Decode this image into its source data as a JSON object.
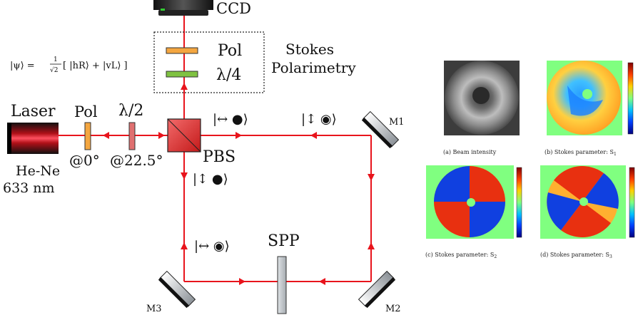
{
  "setup": {
    "ccd_label": "CCD",
    "state_eq": "|ψ⟩ = ",
    "state_frac_num": "1",
    "state_frac_den": "√2",
    "state_bracket": "[ |hR⟩ + |vL⟩ ]",
    "pol_top_label": "Pol",
    "qwp_label": "λ/4",
    "stokes_line1": "Stokes",
    "stokes_line2": "Polarimetry",
    "laser_label": "Laser",
    "laser_model": "He-Ne",
    "laser_wavelength": "633 nm",
    "pol_label": "Pol",
    "pol_angle": "@0°",
    "hwp_label": "λ/2",
    "hwp_angle": "@22.5°",
    "pbs_label": "PBS",
    "spp_label": "SPP",
    "m1_label": "M1",
    "m2_label": "M2",
    "m3_label": "M3",
    "ket_h_gauss": "|↔ ●⟩",
    "ket_v_vortex": "|↕ ◉⟩",
    "ket_v_gauss": "|↕ ●⟩",
    "ket_h_vortex": "|↔ ◉⟩"
  },
  "panels": [
    {
      "id": "a",
      "caption": "(a)   Beam intensity"
    },
    {
      "id": "b",
      "caption": "(b)   Stokes parameter: S",
      "sub": "1"
    },
    {
      "id": "c",
      "caption": "(c)   Stokes parameter: S",
      "sub": "2"
    },
    {
      "id": "d",
      "caption": "(d)   Stokes parameter: S",
      "sub": "3"
    }
  ],
  "colors": {
    "beam": "#e8141c",
    "qwp": "#7fc241",
    "polarizer": "#f4a640",
    "colormap": [
      "#00007f",
      "#0040ff",
      "#00c0ff",
      "#7fff7f",
      "#ffd000",
      "#ff4000",
      "#800000"
    ]
  }
}
